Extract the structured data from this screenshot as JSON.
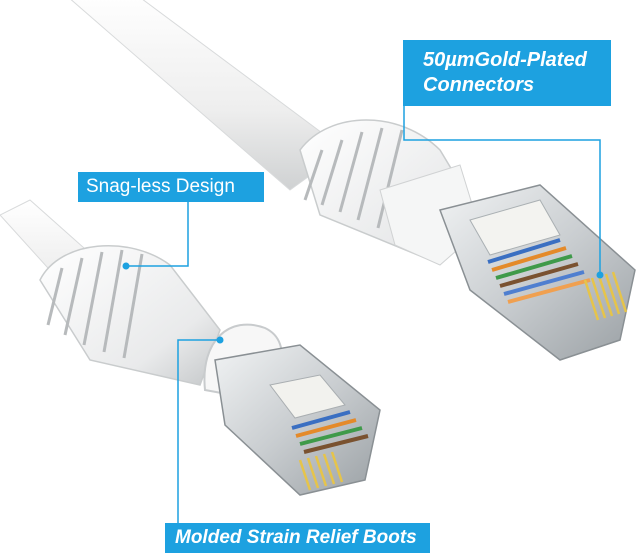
{
  "callouts": {
    "gold_plated": {
      "line1": "50µmGold-Plated",
      "line2": "Connectors"
    },
    "snag_less": {
      "text": "Snag-less Design"
    },
    "strain_relief": {
      "text": "Molded Strain Relief Boots"
    }
  },
  "colors": {
    "callout_blue": "#1da1e0",
    "cable_white": "#f4f4f4",
    "boot_shadow": "#c9cccd",
    "metal_shield": "#cfd3d6",
    "gold_pins": "#e6c44a"
  },
  "subjects": [
    "white-ethernet-cable-upper",
    "white-ethernet-cable-lower",
    "shielded-rj45-connector-upper",
    "shielded-rj45-connector-lower"
  ]
}
